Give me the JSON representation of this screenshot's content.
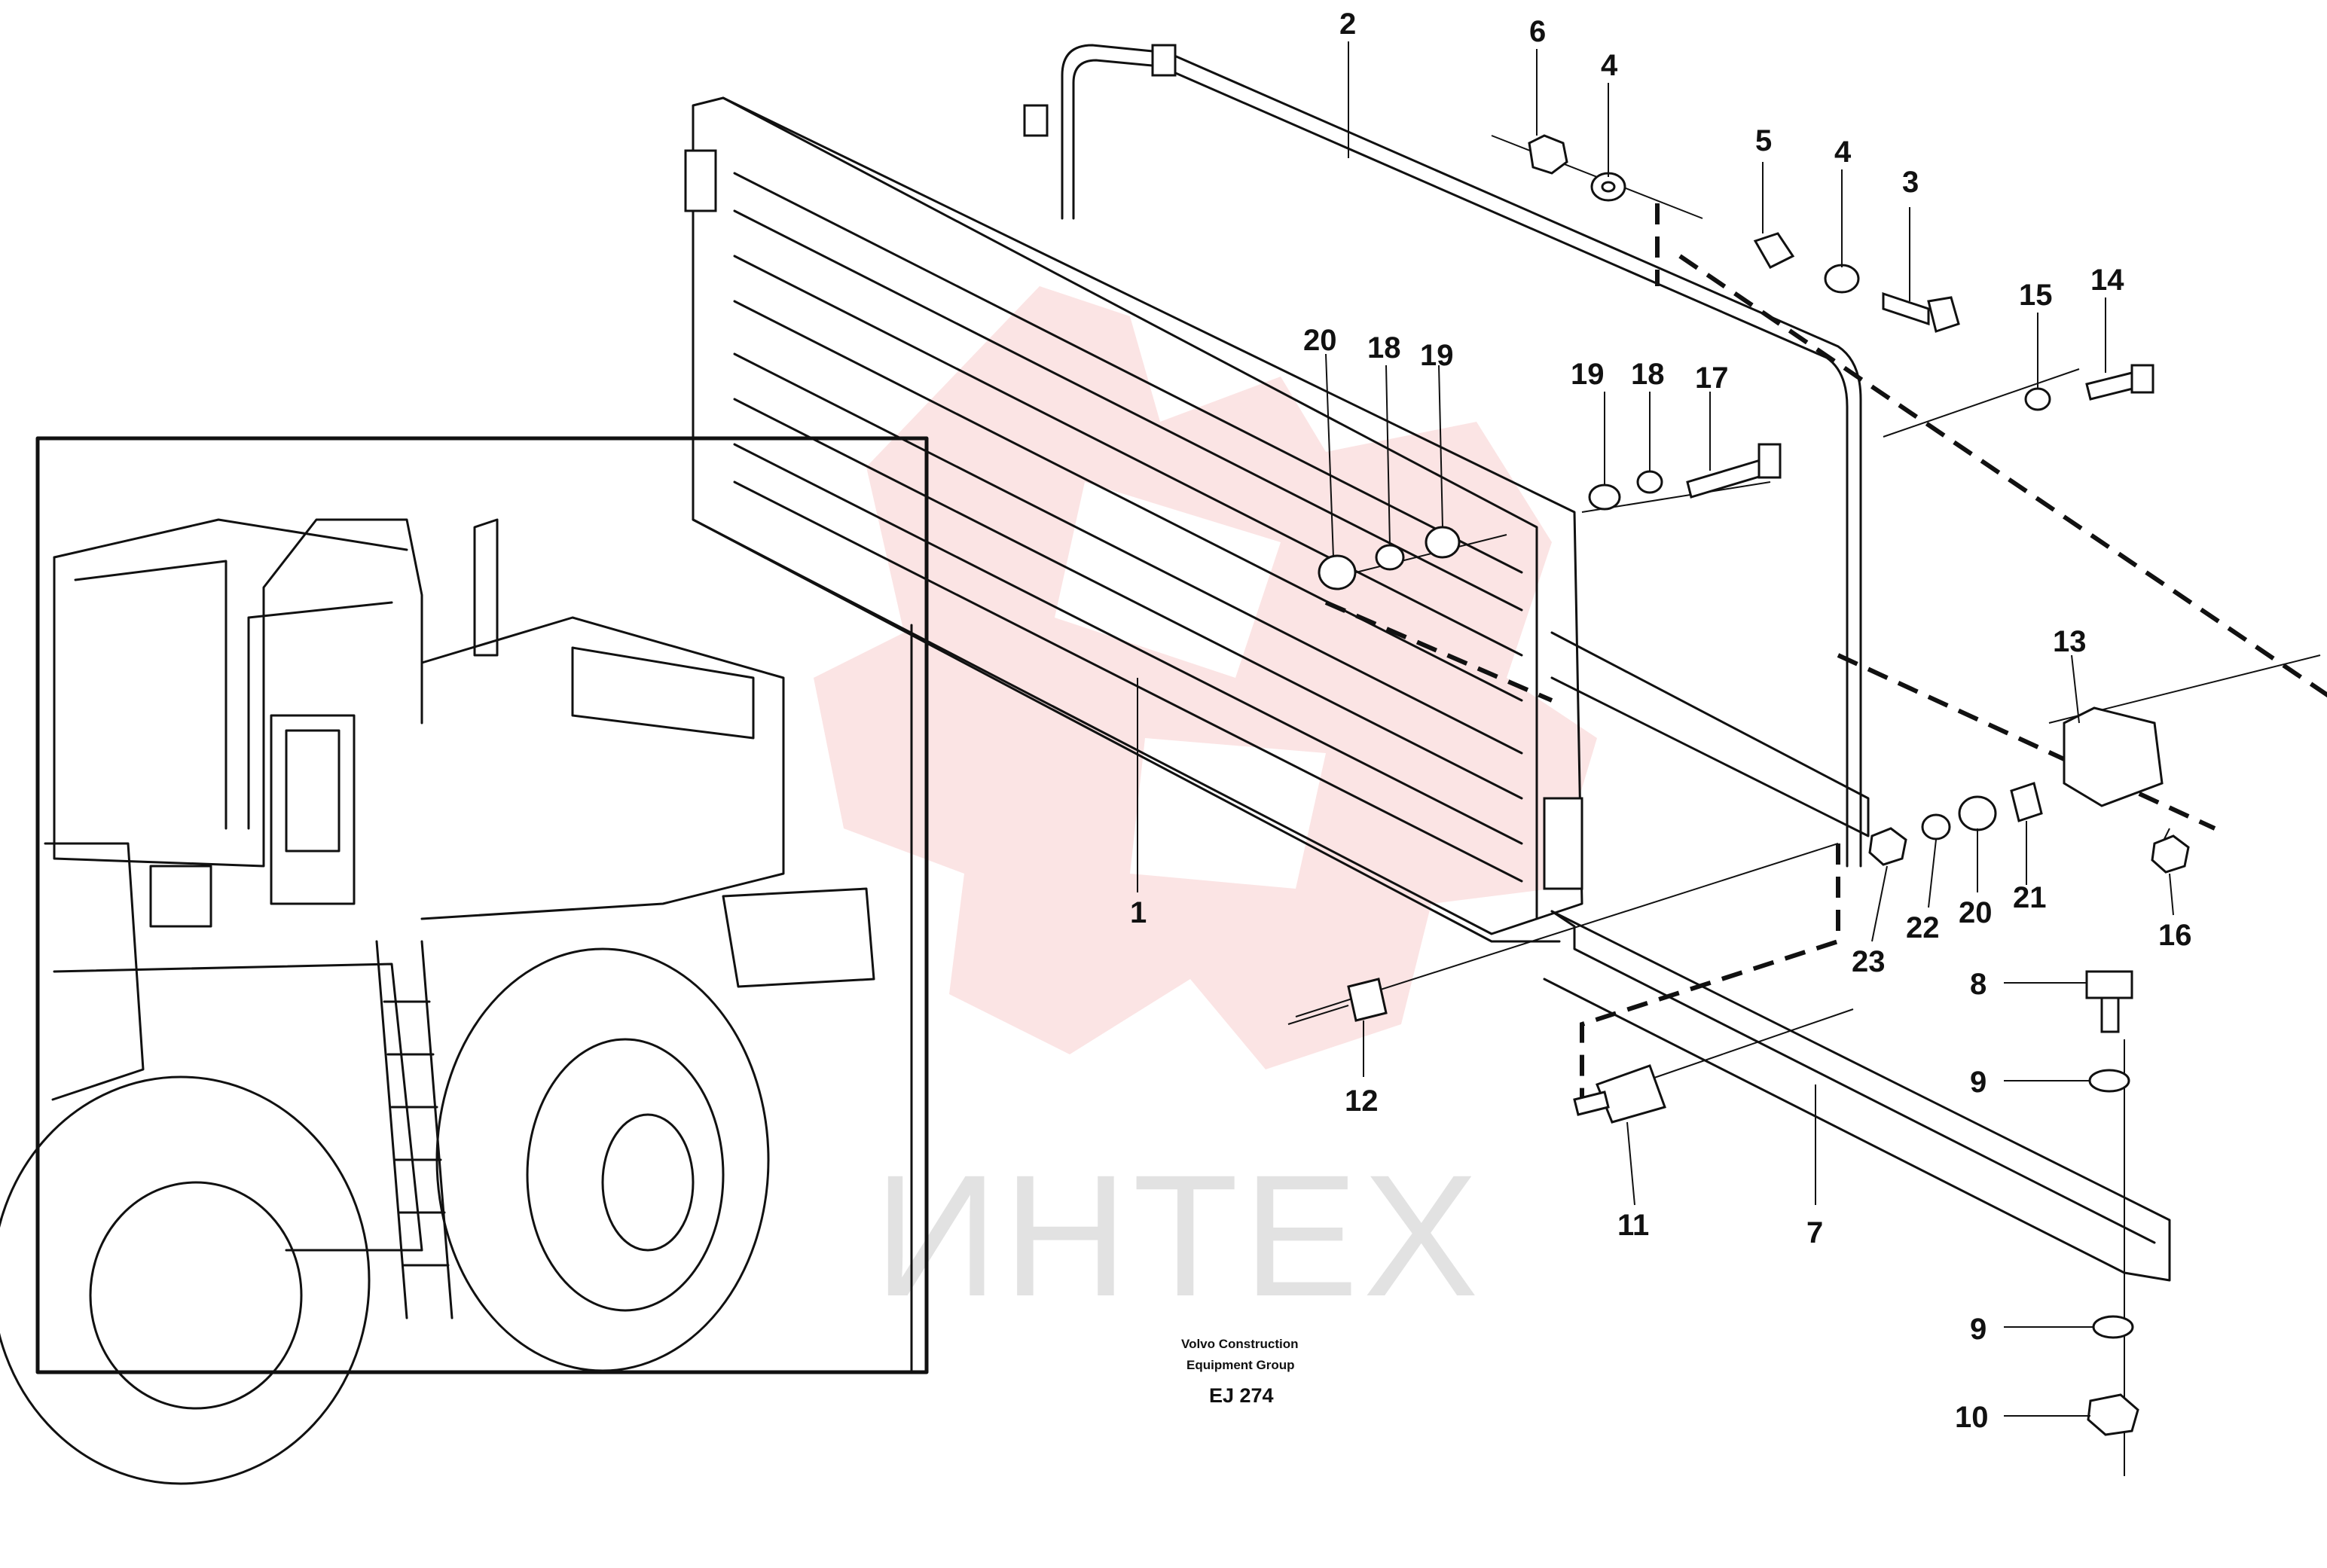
{
  "watermark": {
    "text": "ИНТЕХ",
    "text_color": "#e2e2e2",
    "logo_color": "#fbe4e4"
  },
  "caption": {
    "publisher_line1": "Volvo Construction",
    "publisher_line2": "Equipment Group",
    "code": "EJ 274"
  },
  "callouts": [
    "1",
    "2",
    "3",
    "4",
    "4",
    "5",
    "6",
    "7",
    "8",
    "9",
    "9",
    "10",
    "11",
    "12",
    "13",
    "14",
    "15",
    "16",
    "17",
    "18",
    "18",
    "19",
    "19",
    "20",
    "20",
    "21",
    "22",
    "23"
  ],
  "colors": {
    "line": "#111111",
    "background": "#ffffff"
  }
}
